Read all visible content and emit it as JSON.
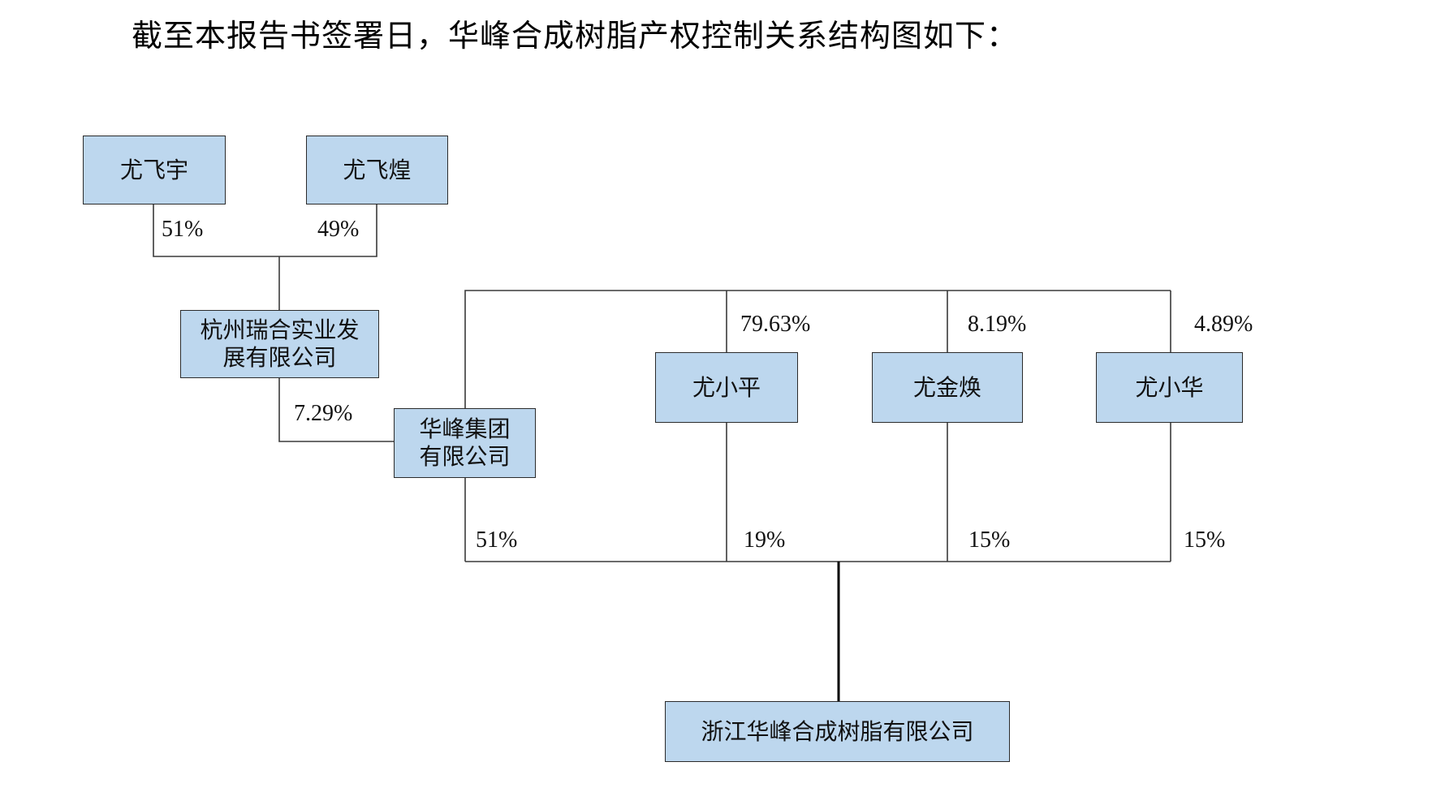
{
  "heading": "截至本报告书签署日，华峰合成树脂产权控制关系结构图如下：",
  "entities": {
    "you_feiyu": "尤飞宇",
    "you_feihuang": "尤飞煌",
    "ruihe": "杭州瑞合实业发展有限公司",
    "huafeng_group": "华峰集团有限公司",
    "you_xiaoping": "尤小平",
    "you_jinhuan": "尤金焕",
    "you_xiaohua": "尤小华",
    "target": "浙江华峰合成树脂有限公司"
  },
  "stakes": {
    "feiyu_to_ruihe": "51%",
    "feihuang_to_ruihe": "49%",
    "ruihe_to_group": "7.29%",
    "xiaoping_to_group": "79.63%",
    "jinhuan_to_group": "8.19%",
    "xiaohua_to_group": "4.89%",
    "group_to_target": "51%",
    "xiaoping_to_target": "19%",
    "jinhuan_to_target": "15%",
    "xiaohua_to_target": "15%"
  }
}
